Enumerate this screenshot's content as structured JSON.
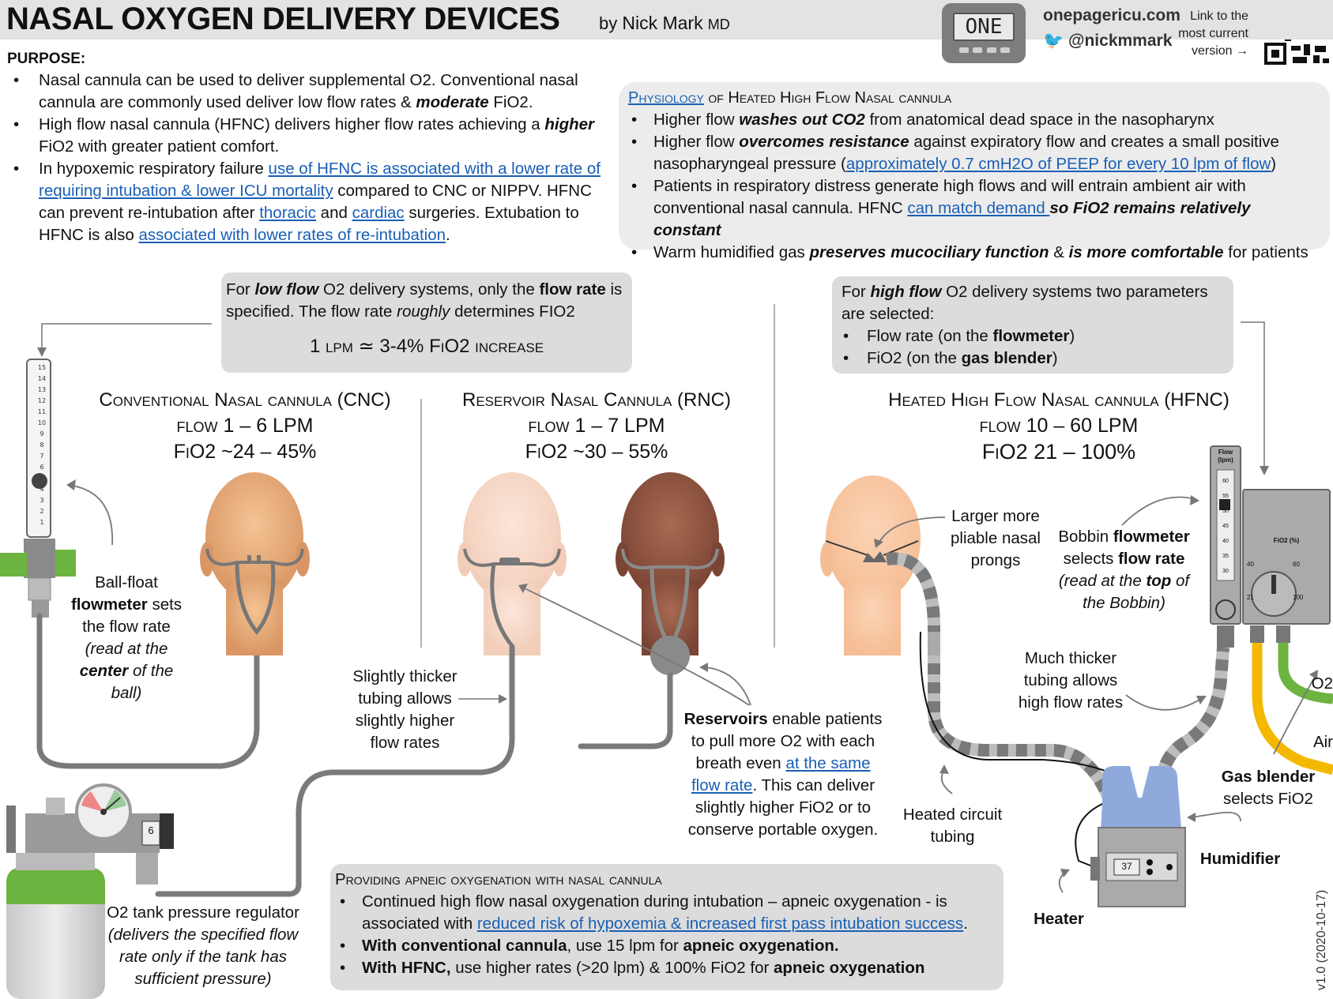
{
  "header": {
    "title": "NASAL OXYGEN DELIVERY DEVICES",
    "byline_prefix": "by",
    "author": "Nick Mark",
    "credential": "MD",
    "logo_text": "ONE",
    "site": "onepagericu.com",
    "twitter": "@nickmmark",
    "link_line1": "Link to the",
    "link_line2": "most current",
    "link_line3": "version →",
    "icons": [
      "one-logo-icon",
      "twitter-bird-icon",
      "qr-code-icon"
    ]
  },
  "purpose": {
    "heading": "PURPOSE:",
    "b1_a": "Nasal cannula can be used to deliver supplemental O2. Conventional nasal cannula are commonly used deliver low flow rates & ",
    "b1_em": "moderate",
    "b1_b": " FiO2.",
    "b2_a": "High flow nasal cannula (HFNC) delivers higher flow rates achieving a ",
    "b2_em": "higher",
    "b2_b": " FiO2 with greater patient comfort.",
    "b3_a": "In hypoxemic respiratory failure ",
    "b3_link1": "use of HFNC is associated with a lower rate of requiring intubation & lower ICU mortality",
    "b3_b": " compared to CNC or NIPPV. HFNC can prevent re-intubation after ",
    "b3_link2": "thoracic",
    "b3_c": " and ",
    "b3_link3": "cardiac",
    "b3_d": " surgeries. Extubation to HFNC is also ",
    "b3_link4": "associated with lower rates of re-intubation",
    "b3_e": "."
  },
  "physiology": {
    "heading_link": "Physiology",
    "heading_rest": " of Heated High Flow Nasal cannula",
    "b1_a": "Higher flow ",
    "b1_em": "washes out CO2",
    "b1_b": " from anatomical dead space in the nasopharynx",
    "b2_a": "Higher flow ",
    "b2_em": "overcomes resistance",
    "b2_b": " against expiratory flow and creates a small positive nasopharyngeal pressure (",
    "b2_link": "approximately 0.7 cmH2O of PEEP for every 10 lpm of flow",
    "b2_c": ")",
    "b3_a": "Patients in respiratory distress generate high flows and will entrain ambient air with conventional nasal cannula. HFNC ",
    "b3_link": "can match demand ",
    "b3_em": "so FiO2 remains relatively constant",
    "b4_a": "Warm humidified gas ",
    "b4_em1": "preserves mucociliary function",
    "b4_b": " & ",
    "b4_em2": "is more comfortable",
    "b4_c": " for patients"
  },
  "low_flow_box": {
    "t_a": "For ",
    "t_em": "low flow",
    "t_b": " O2 delivery systems, only the ",
    "t_bold": "flow rate",
    "t_c": " is specified. The flow rate ",
    "t_em2": "roughly",
    "t_d": " determines FIO2",
    "equation": "1 lpm ≃ 3-4% FiO2 increase"
  },
  "high_flow_box": {
    "t_a": "For ",
    "t_em": "high flow",
    "t_b": " O2 delivery systems two parameters are selected:",
    "b1_a": "Flow rate (on the ",
    "b1_bold": "flowmeter",
    "b1_b": ")",
    "b2_a": "FiO2 (on the ",
    "b2_bold": "gas blender",
    "b2_b": ")"
  },
  "devices": {
    "cnc": {
      "name": "Conventional Nasal cannula (CNC)",
      "flow": "flow 1 – 6 LPM",
      "fio2": "FiO2 ~24 – 45%"
    },
    "rnc": {
      "name": "Reservoir Nasal Cannula (RNC)",
      "flow": "flow 1 – 7 LPM",
      "fio2": "FiO2 ~30 – 55%"
    },
    "hfnc": {
      "name": "Heated High Flow Nasal cannula (HFNC)",
      "flow": "flow 10 – 60 LPM",
      "fio2": "FiO2 21 – 100%"
    }
  },
  "labels": {
    "ballfloat_a": "Ball-float",
    "ballfloat_bold": "flowmeter",
    "ballfloat_b": " sets the flow rate",
    "ballfloat_i1": "(read at the ",
    "ballfloat_ib": "center",
    "ballfloat_i2": " of the ball)",
    "thicker": "Slightly thicker tubing allows slightly higher flow rates",
    "reservoirs_bold": "Reservoirs",
    "reservoirs_a": " enable patients to pull more O2 with each breath even ",
    "reservoirs_link": "at the same flow rate",
    "reservoirs_b": ". This can deliver slightly higher FiO2 or to conserve portable oxygen.",
    "prongs": "Larger more pliable nasal prongs",
    "bobbin_a": "Bobbin ",
    "bobbin_bold1": "flowmeter",
    "bobbin_b": " selects ",
    "bobbin_bold2": "flow rate",
    "bobbin_i1": "(read at the ",
    "bobbin_ib": "top",
    "bobbin_i2": " of the Bobbin)",
    "much_thicker": "Much thicker tubing allows high flow rates",
    "heated_tubing": "Heated circuit tubing",
    "o2": "O2",
    "air": "Air",
    "gas_blender_bold": "Gas blender",
    "gas_blender_b": "selects FiO2",
    "humidifier": "Humidifier",
    "heater": "Heater",
    "regulator_a": "O2 tank pressure regulator",
    "regulator_i": "(delivers the specified flow rate only if the tank has sufficient pressure)"
  },
  "gauges": {
    "regulator_readout": "6",
    "humidifier_readout": "37",
    "flowmeter_ticks": [
      "15",
      "14",
      "13",
      "12",
      "11",
      "10",
      "9",
      "8",
      "7",
      "6",
      "5",
      "4",
      "3",
      "2",
      "1"
    ],
    "bobbin_header": "Flow (lpm)",
    "bobbin_ticks": [
      "60",
      "55",
      "50",
      "45",
      "40",
      "35",
      "30"
    ],
    "blender_header": "FiO2 (%)",
    "blender_ticks": [
      "40",
      "60",
      "21",
      "100"
    ]
  },
  "apneic": {
    "heading": "Providing apneic oxygenation with nasal cannula",
    "b1_a": "Continued high flow nasal oxygenation during intubation – apneic oxygenation - is associated with ",
    "b1_link": "reduced risk of hypoxemia & increased first pass intubation success",
    "b1_b": ".",
    "b2_bold1": "With conventional cannula",
    "b2_a": ", use 15 lpm for ",
    "b2_bold2": "apneic oxygenation.",
    "b3_bold1": "With HFNC,",
    "b3_a": " use higher rates (>20 lpm) & 100% FiO2 for ",
    "b3_bold2": "apneic oxygenation"
  },
  "version": "v1.0 (2020-10-17)",
  "colors": {
    "header_bg": "#e3e3e3",
    "box_gray": "#dcdcdc",
    "link_blue": "#1a5fb4",
    "o2_green": "#6db33f",
    "air_yellow": "#f5b800",
    "humidifier_blue": "#8fa9dd",
    "tubing_gray": "#7a7a7a"
  }
}
